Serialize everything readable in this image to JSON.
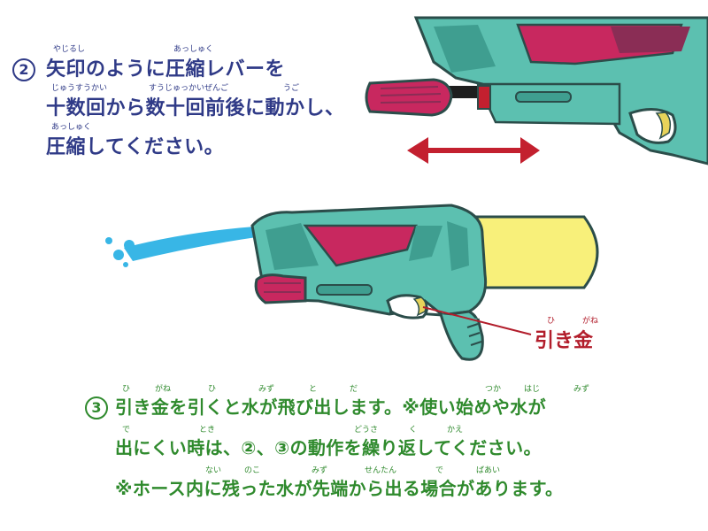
{
  "step2": {
    "number": "2",
    "ruby": [
      "やじるし",
      "あっしゅく",
      "じゅうすうかい",
      "すうじゅっかいぜんご",
      "うご",
      "あっしゅく"
    ],
    "lines": [
      "矢印のように圧縮レバーを",
      "十数回から数十回前後に動かし、",
      "圧縮してください。"
    ]
  },
  "step3": {
    "number": "3",
    "ruby": [
      "ひ",
      "がね",
      "ひ",
      "みず",
      "と",
      "だ",
      "つか",
      "はじ",
      "みず",
      "で",
      "とき",
      "どうさ",
      "く",
      "かえ",
      "ない",
      "のこ",
      "みず",
      "せんたん",
      "で",
      "ばあい"
    ],
    "lines": [
      "引き金を引くと水が飛び出します。※使い始めや水が",
      "出にくい時は、②、③の動作を繰り返してください。",
      "※ホース内に残った水が先端から出る場合があります。"
    ]
  },
  "trigger_label": {
    "ruby": [
      "ひ",
      "がね"
    ],
    "text": "引き金"
  },
  "colors": {
    "body": "#5cc0b0",
    "magenta": "#c8285f",
    "tank": "#f8f07a",
    "water": "#38b6e6",
    "arrow": "#c3202f",
    "outline": "#2b4d4a"
  },
  "icons": [
    "double-arrow-icon",
    "water-spray-icon",
    "pointer-line-icon"
  ]
}
